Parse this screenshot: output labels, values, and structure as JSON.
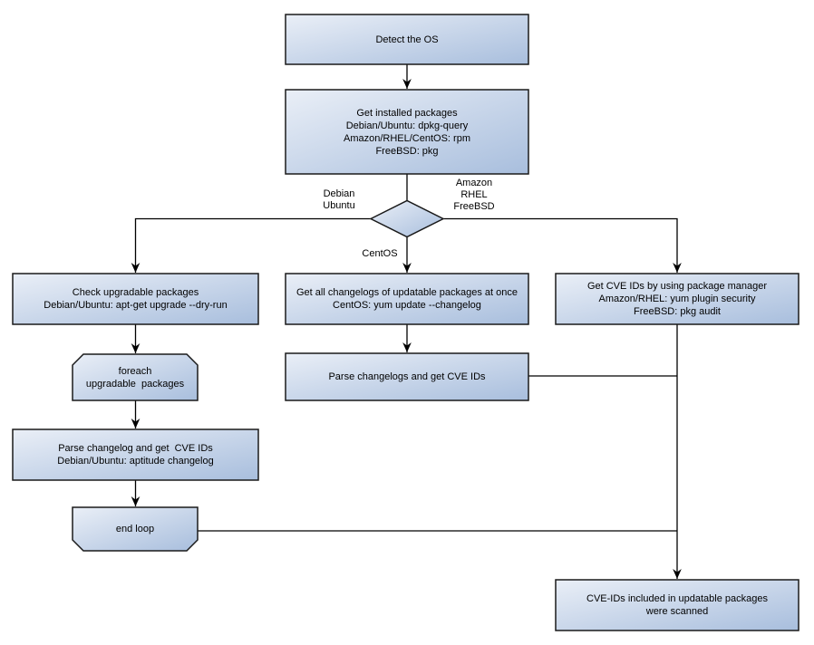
{
  "diagram": {
    "nodes": {
      "detect_os": {
        "text": "Detect the OS"
      },
      "get_installed_packages": {
        "text": "Get installed packages\nDebian/Ubuntu: dpkg-query\nAmazon/RHEL/CentOS: rpm\nFreeBSD: pkg"
      },
      "check_upgradable_packages": {
        "text": "Check upgradable packages\nDebian/Ubuntu: apt-get upgrade --dry-run"
      },
      "foreach_loop_start": {
        "text": "foreach\nupgradable  packages"
      },
      "parse_changelog_debian": {
        "text": "Parse changelog and get  CVE IDs\nDebian/Ubuntu: aptitude changelog"
      },
      "end_loop": {
        "text": "end loop"
      },
      "get_all_changelogs": {
        "text": "Get all changelogs of updatable packages at once\nCentOS: yum update --changelog"
      },
      "parse_changelogs_centos": {
        "text": "Parse changelogs and get CVE IDs"
      },
      "get_cve_by_package_manager": {
        "text": "Get CVE IDs by using package manager\nAmazon/RHEL: yum plugin security\nFreeBSD: pkg audit"
      },
      "result_scanned": {
        "text": "CVE-IDs included in updatable packages\nwere scanned"
      }
    },
    "edge_labels": {
      "branch_left": "Debian\nUbuntu",
      "branch_right": "Amazon\nRHEL\nFreeBSD",
      "branch_down": "CentOS"
    },
    "colors": {
      "node_fill_light": "#eaeff7",
      "node_fill_dark": "#a8bedd",
      "node_border": "#1a1a1a",
      "edge": "#000000",
      "background": "#ffffff"
    }
  }
}
